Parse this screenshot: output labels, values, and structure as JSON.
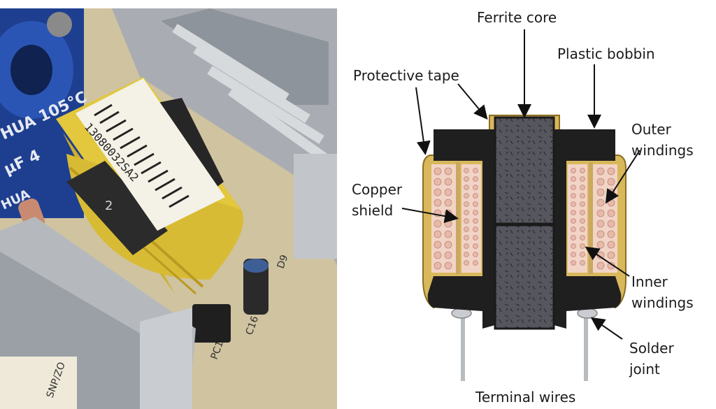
{
  "photo": {
    "capacitor_text_1": "HUA 105°C",
    "capacitor_text_2": "μF 4",
    "capacitor_text_3": "HUA",
    "barcode_text": "13080032SA2",
    "core_mark": "2",
    "board_label_d9": "D9",
    "board_label_c16": "C16",
    "board_label_pc1": "PC1",
    "board_label_bottom": "SNP/ZO"
  },
  "diagram": {
    "labels": {
      "ferrite_core": "Ferrite core",
      "plastic_bobbin": "Plastic bobbin",
      "protective_tape": "Protective tape",
      "outer_windings_1": "Outer",
      "outer_windings_2": "windings",
      "copper_shield_1": "Copper",
      "copper_shield_2": "shield",
      "inner_windings_1": "Inner",
      "inner_windings_2": "windings",
      "solder_joint_1": "Solder",
      "solder_joint_2": "joint",
      "terminal_wires": "Terminal wires"
    },
    "colors": {
      "tape": "#d9b85c",
      "bobbin": "#1f1f1f",
      "core": "#55565e",
      "copper_shield": "#c9a862",
      "windings": "#e8b9a8",
      "wire": "#b8bcc0"
    }
  }
}
